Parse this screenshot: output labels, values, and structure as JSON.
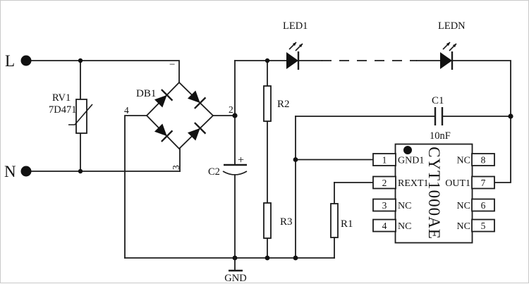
{
  "colors": {
    "background": "#ffffff",
    "line": "#1c1c1c"
  },
  "circuit": {
    "terminals": {
      "live": "L",
      "neutral": "N"
    },
    "varistor": {
      "ref": "RV1",
      "value": "7D471"
    },
    "bridge": {
      "ref": "DB1",
      "pin_top": "−",
      "pin_left": "4",
      "pin_right": "2",
      "pin_bottom": "3"
    },
    "cap_bulk": {
      "ref": "C2",
      "polarity": "+"
    },
    "cap_filter": {
      "ref": "C1",
      "value": "10nF"
    },
    "resistors": {
      "r1": "R1",
      "r2": "R2",
      "r3": "R3"
    },
    "leds": {
      "first": "LED1",
      "last": "LEDN"
    },
    "ground": {
      "label": "GND"
    },
    "ic": {
      "name": "CYT1000AE",
      "pins_left": [
        {
          "num": "1",
          "label": "GND1"
        },
        {
          "num": "2",
          "label": "REXT1"
        },
        {
          "num": "3",
          "label": "NC"
        },
        {
          "num": "4",
          "label": "NC"
        }
      ],
      "pins_right": [
        {
          "num": "8",
          "label": "NC"
        },
        {
          "num": "7",
          "label": "OUT1"
        },
        {
          "num": "6",
          "label": "NC"
        },
        {
          "num": "5",
          "label": "NC"
        }
      ]
    }
  }
}
